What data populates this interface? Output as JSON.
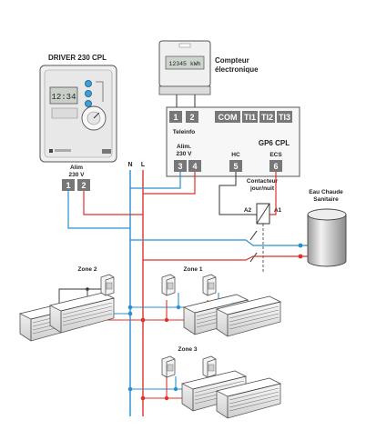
{
  "driver": {
    "title": "DRIVER 230 CPL",
    "display": "12:34"
  },
  "meter": {
    "title_line1": "Compteur",
    "title_line2": "électronique",
    "display": "12345 kWh"
  },
  "gp6": {
    "title": "GP6 CPL",
    "terminals_top": [
      "1",
      "2",
      "COM",
      "TI1",
      "TI2",
      "TI3"
    ],
    "teleinfo_label": "Teleinfo",
    "alim_line1": "Alim.",
    "alim_line2": "230 V",
    "terminals_bottom": [
      "3",
      "4",
      "5",
      "6"
    ],
    "hc_label": "HC",
    "ecs_label": "ECS"
  },
  "alim_driver": {
    "line1": "Alim",
    "line2": "230 V",
    "terminals": [
      "1",
      "2"
    ]
  },
  "bus": {
    "n_label": "N",
    "l_label": "L"
  },
  "contactor": {
    "line1": "Contacteur",
    "line2": "jour/nuit",
    "a1": "A1",
    "a2": "A2"
  },
  "water_heater": {
    "line1": "Eau Chaude",
    "line2": "Sanitaire"
  },
  "zones": {
    "zone1": "Zone 1",
    "zone2": "Zone 2",
    "zone3": "Zone 3"
  },
  "colors": {
    "blue": "#2a8fd0",
    "red": "#e0312a",
    "terminal": "#777777",
    "device": "#f2f2f2"
  }
}
